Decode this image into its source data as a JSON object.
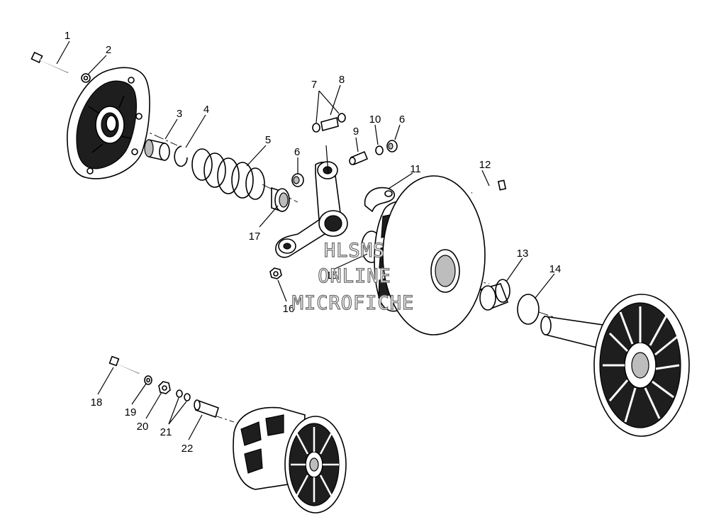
{
  "callouts": [
    {
      "id": "c1",
      "label": "1"
    },
    {
      "id": "c2",
      "label": "2"
    },
    {
      "id": "c3",
      "label": "3"
    },
    {
      "id": "c4",
      "label": "4"
    },
    {
      "id": "c5",
      "label": "5"
    },
    {
      "id": "c6a",
      "label": "6"
    },
    {
      "id": "c6b",
      "label": "6"
    },
    {
      "id": "c7",
      "label": "7"
    },
    {
      "id": "c8",
      "label": "8"
    },
    {
      "id": "c9",
      "label": "9"
    },
    {
      "id": "c10",
      "label": "10"
    },
    {
      "id": "c11",
      "label": "11"
    },
    {
      "id": "c12",
      "label": "12"
    },
    {
      "id": "c13",
      "label": "13"
    },
    {
      "id": "c14",
      "label": "14"
    },
    {
      "id": "c15",
      "label": "15"
    },
    {
      "id": "c16",
      "label": "16"
    },
    {
      "id": "c17",
      "label": "17"
    },
    {
      "id": "c18",
      "label": "18"
    },
    {
      "id": "c19",
      "label": "19"
    },
    {
      "id": "c20",
      "label": "20"
    },
    {
      "id": "c21",
      "label": "21"
    },
    {
      "id": "c22",
      "label": "22"
    }
  ],
  "watermark": {
    "line1": "HLSMS",
    "line2": "ONLINE",
    "line3": "MICROFICHE"
  }
}
